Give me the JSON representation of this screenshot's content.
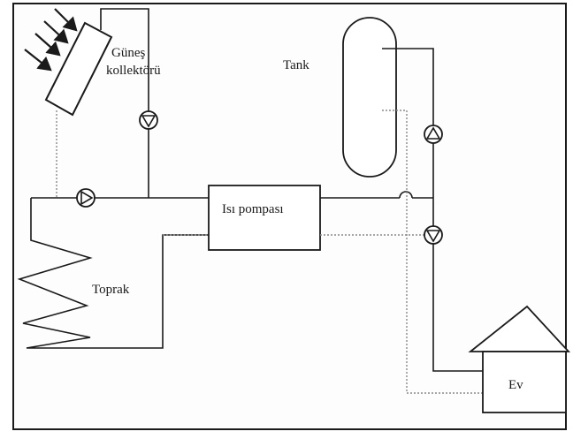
{
  "diagram": {
    "labels": {
      "solar_collector_line1": "Güneş",
      "solar_collector_line2": "kollektörü",
      "tank": "Tank",
      "heat_pump": "Isı pompası",
      "ground": "Toprak",
      "house": "Ev"
    },
    "colors": {
      "line": "#1a1a1a",
      "dotted_line": "#8a8a8a",
      "background": "#fdfdfd"
    },
    "icons": [
      "sun-ray-arrow-icon",
      "pump-icon"
    ]
  }
}
